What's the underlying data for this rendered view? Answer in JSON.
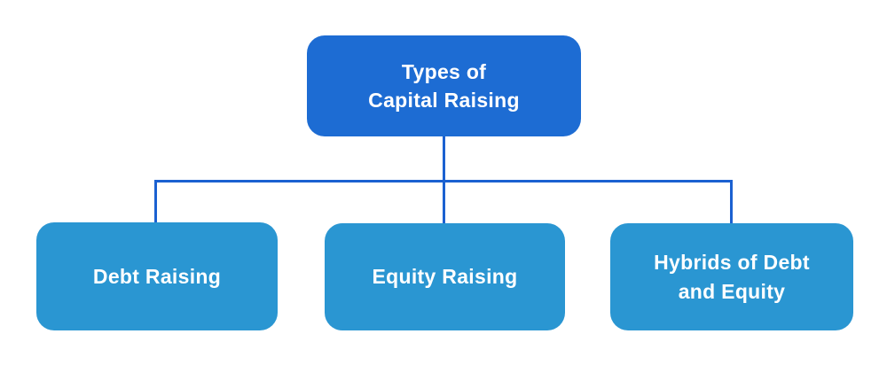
{
  "diagram": {
    "title": "Types of Capital Raising hierarchy",
    "root": {
      "label": "Types of\nCapital Raising"
    },
    "children": [
      {
        "label": "Debt Raising"
      },
      {
        "label": "Equity Raising"
      },
      {
        "label": "Hybrids of Debt\nand Equity"
      }
    ],
    "colors": {
      "background": "#ffffff",
      "root_fill": "#1d6cd3",
      "child_fill": "#2a96d2",
      "connector": "#1b61d1",
      "text": "#ffffff"
    }
  }
}
